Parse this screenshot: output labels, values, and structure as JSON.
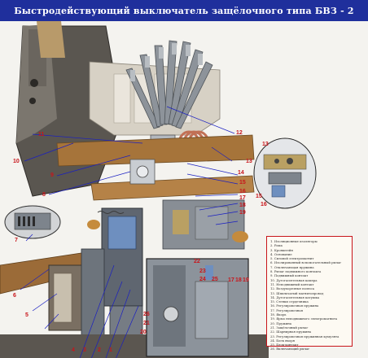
{
  "title": "Быстродействующий  выключатель защёлочного  типа  БВЗ - 2",
  "colors": {
    "title_bg": "#1f2f9c",
    "callout": "#c8151b",
    "leader": "#1a1fc2",
    "frame": "#4e4a44",
    "wood": "#a6743a",
    "coil": "#c17055",
    "steel": "#8d939a",
    "blue_part": "#6e8fbf",
    "legend_border": "#c8151b"
  },
  "callouts": [
    {
      "id": "c1",
      "text": "1"
    },
    {
      "id": "c2",
      "text": "2"
    },
    {
      "id": "c3",
      "text": "3"
    },
    {
      "id": "c4",
      "text": "4"
    },
    {
      "id": "c5",
      "text": "5"
    },
    {
      "id": "c6",
      "text": "6"
    },
    {
      "id": "c7",
      "text": "7"
    },
    {
      "id": "c8",
      "text": "8"
    },
    {
      "id": "c9",
      "text": "9"
    },
    {
      "id": "c10",
      "text": "10"
    },
    {
      "id": "c11",
      "text": "11"
    },
    {
      "id": "c12",
      "text": "12"
    },
    {
      "id": "c13",
      "text": "13"
    },
    {
      "id": "c14",
      "text": "14"
    },
    {
      "id": "c15",
      "text": "15"
    },
    {
      "id": "c16",
      "text": "16"
    },
    {
      "id": "c17",
      "text": "17"
    },
    {
      "id": "c18",
      "text": "18"
    },
    {
      "id": "c19",
      "text": "19"
    },
    {
      "id": "c20",
      "text": "20"
    },
    {
      "id": "c21",
      "text": "21"
    },
    {
      "id": "c22",
      "text": "22"
    },
    {
      "id": "c23",
      "text": "23"
    },
    {
      "id": "c24",
      "text": "24"
    },
    {
      "id": "c25",
      "text": "25"
    },
    {
      "id": "c26",
      "text": "26"
    }
  ],
  "inset_callouts": [
    {
      "id": "i13",
      "text": "13"
    },
    {
      "id": "i15",
      "text": "15"
    },
    {
      "id": "i16",
      "text": "16"
    },
    {
      "id": "i22",
      "text": "22"
    },
    {
      "id": "i23",
      "text": "23"
    },
    {
      "id": "i24",
      "text": "24"
    },
    {
      "id": "i25",
      "text": "25"
    },
    {
      "id": "i17",
      "text": "17"
    },
    {
      "id": "i18",
      "text": "18"
    },
    {
      "id": "i19",
      "text": "19"
    },
    {
      "id": "i20",
      "text": "20"
    },
    {
      "id": "i21",
      "text": "21"
    }
  ],
  "legend": [
    "1. Изоляционные изоляторы",
    "2. Рама",
    "3. Кронштейн",
    "4. Основание",
    "5. Силовой электромагнит",
    "6. Изолированный вспомогательный рычаг",
    "7. Отключающая пружина",
    "8. Рычаг подвижного контакта",
    "9. Подвижный контакт",
    "10. Дугогасительная камера",
    "11. Неподвижный контакт",
    "12. Воздухорезные полюса",
    "13. Шпильчатый магнитопровод",
    "14. Дугогасительная катушка",
    "15. Стенки сердечника",
    "16. Регулировочная пружина",
    "17. Регулировочная",
    "18. Якорь",
    "19. Ярмо неподвижного электромагнита",
    "20. Пружина",
    "21. Защёлочный рычаг",
    "22. Шарнирная пружина",
    "23. Регулировочная пружинная кумулята",
    "24. Боек якоря",
    "25. Блок-контакт",
    "26. Включающий рычаг"
  ]
}
